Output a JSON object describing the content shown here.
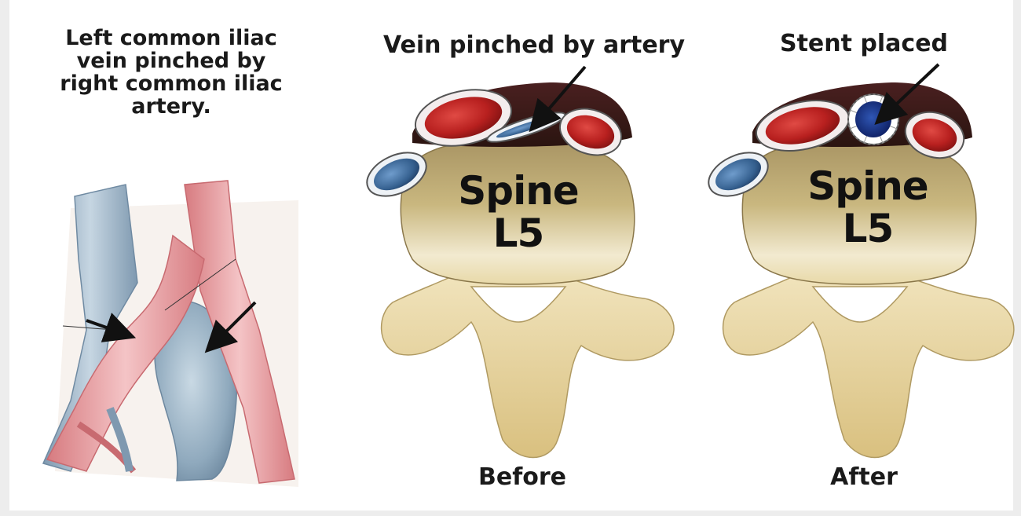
{
  "labels": {
    "left_caption": "Left common iliac vein pinched by right common iliac artery.",
    "mid_title": "Vein pinched by artery",
    "right_title": "Stent placed",
    "spine_mid_word": "Spine",
    "spine_mid_level": "L5",
    "spine_right_word": "Spine",
    "spine_right_level": "L5",
    "before": "Before",
    "after": "After"
  },
  "colors": {
    "artery_red": "#c0282a",
    "vein_blue": "#3d6aa0",
    "vertebra_tan": "#cdb982",
    "bone_pale": "#ead9a6",
    "vessel_pink": "#e8a3a5",
    "vessel_grey_blue": "#9db5c8"
  }
}
